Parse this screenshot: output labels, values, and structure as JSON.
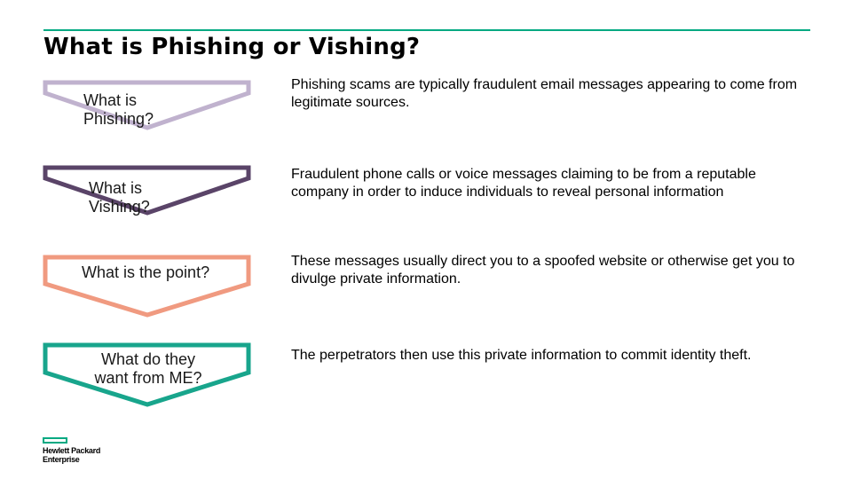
{
  "slide": {
    "title": "What is Phishing or Vishing?"
  },
  "colors": {
    "accent": "#01a982",
    "phishing_box": "#c0b2ce",
    "vishing_box": "#5a4468",
    "point_box": "#f09a80",
    "want_box": "#18a58c"
  },
  "rows": [
    {
      "label_line1": "What is",
      "label_line2": "Phishing?",
      "description": "Phishing scams are typically fraudulent email messages appearing to come from legitimate sources."
    },
    {
      "label_line1": "What is",
      "label_line2": "Vishing?",
      "description": "Fraudulent phone calls or voice messages claiming to be from a reputable company in order to induce individuals to reveal personal information"
    },
    {
      "label_line1": "What is the point?",
      "label_line2": "",
      "description": "These messages usually direct you to a spoofed website or otherwise get you to divulge private information."
    },
    {
      "label_line1": "What do they",
      "label_line2": "want from ME?",
      "description": "The perpetrators then use this private information to commit identity theft."
    }
  ],
  "logo": {
    "text": "Hewlett Packard\nEnterprise"
  }
}
